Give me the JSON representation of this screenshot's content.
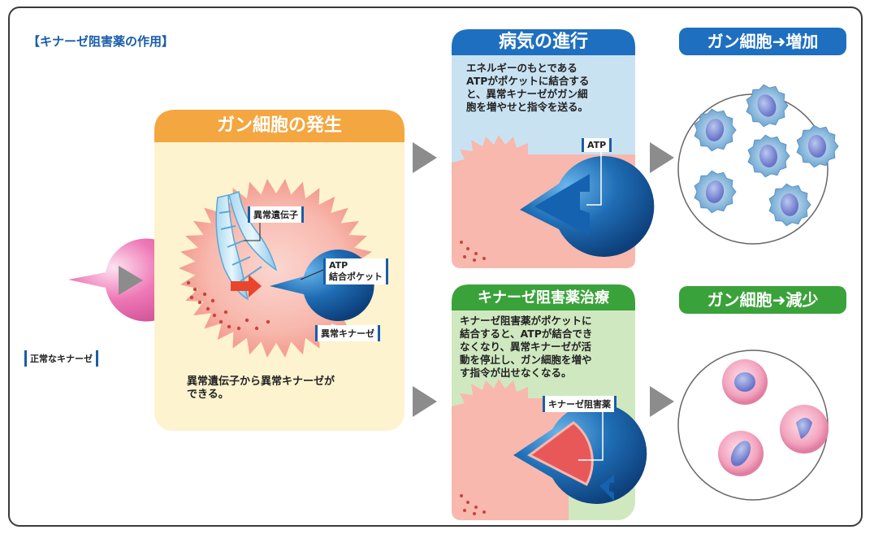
{
  "title": "【キナーゼ阻害薬の作用】",
  "normal_kinase_label": "正常なキナーゼ",
  "cancer_onset": {
    "heading": "ガン細胞の発生",
    "abnormal_gene_label": "異常遺伝子",
    "atp_pocket_label_line1": "ATP",
    "atp_pocket_label_line2": "結合ポケット",
    "abnormal_kinase_label": "異常キナーゼ",
    "description_line1": "異常遺伝子から異常キナーゼが",
    "description_line2": "できる。"
  },
  "disease_progress": {
    "heading": "病気の進行",
    "description_line1": "エネルギーのもとである",
    "description_line2": "ATPがポケットに結合する",
    "description_line3": "と、異常キナーゼがガン細",
    "description_line4": "胞を増やせと指令を送る。",
    "atp_label": "ATP"
  },
  "treatment": {
    "heading": "キナーゼ阻害薬治療",
    "description_line1": "キナーゼ阻害薬がポケットに",
    "description_line2": "結合すると、ATPが結合でき",
    "description_line3": "なくなり、異常キナーゼが活",
    "description_line4": "動を停止し、ガン細胞を増や",
    "description_line5": "す指令が出せなくなる。",
    "inhibitor_label": "キナーゼ阻害薬"
  },
  "result_increase": {
    "heading": "ガン細胞➜増加"
  },
  "result_decrease": {
    "heading": "ガン細胞➜減少"
  },
  "colors": {
    "blue_heading": "#1e6fbf",
    "orange_heading": "#f4a640",
    "green_heading": "#3aa23a",
    "onset_panel": "#fdf3cf",
    "progress_panel": "#c9e2f2",
    "treatment_panel": "#cfe8c0",
    "kinase_blue": "#1f5fa3",
    "inhibitor_red": "#e85858",
    "arrow_gray": "#8c8c8c"
  }
}
